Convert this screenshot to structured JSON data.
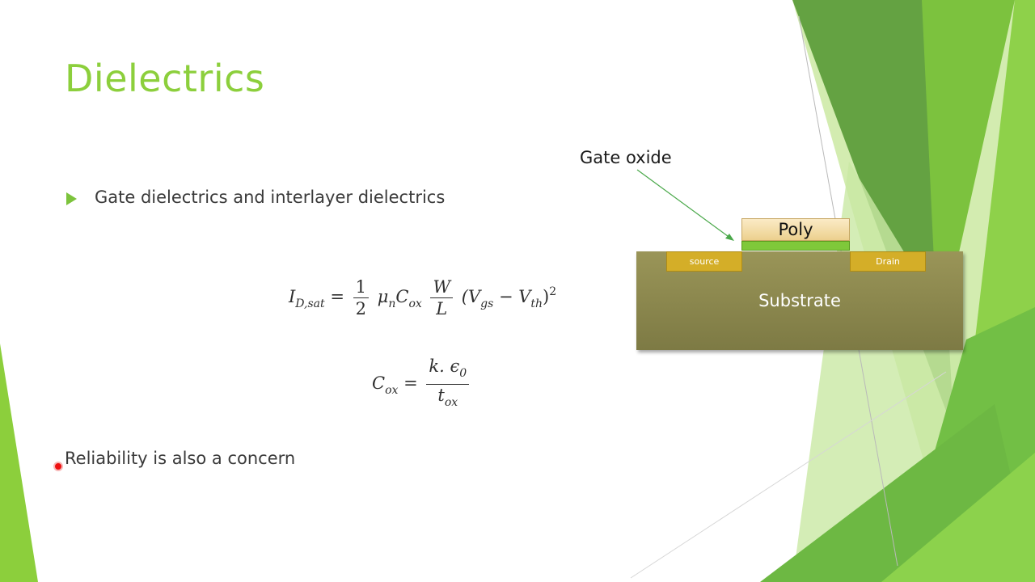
{
  "slide": {
    "title": "Dielectrics",
    "bullet": "Gate dielectrics and interlayer dielectrics",
    "note": "Reliability is also a concern",
    "accent_color": "#8ccf3c"
  },
  "equation1": {
    "lhs": "I",
    "lhs_sub": "D,sat",
    "eq": "=",
    "half_num": "1",
    "half_den": "2",
    "mu": "μ",
    "mu_sub": "n",
    "c": "C",
    "c_sub": "ox",
    "wl_num": "W",
    "wl_den": "L",
    "paren_open": "(V",
    "vgs_sub": "gs",
    "minus": "− V",
    "vth_sub": "th",
    "paren_close": ")",
    "exp": "2"
  },
  "equation2": {
    "lhs": "C",
    "lhs_sub": "ox",
    "eq": "=",
    "num_k": "k. ϵ",
    "num_sub": "0",
    "den_t": "t",
    "den_sub": "ox"
  },
  "diagram": {
    "gate_label": "Gate oxide",
    "poly": "Poly",
    "source": "source",
    "drain": "Drain",
    "substrate": "Substrate"
  }
}
